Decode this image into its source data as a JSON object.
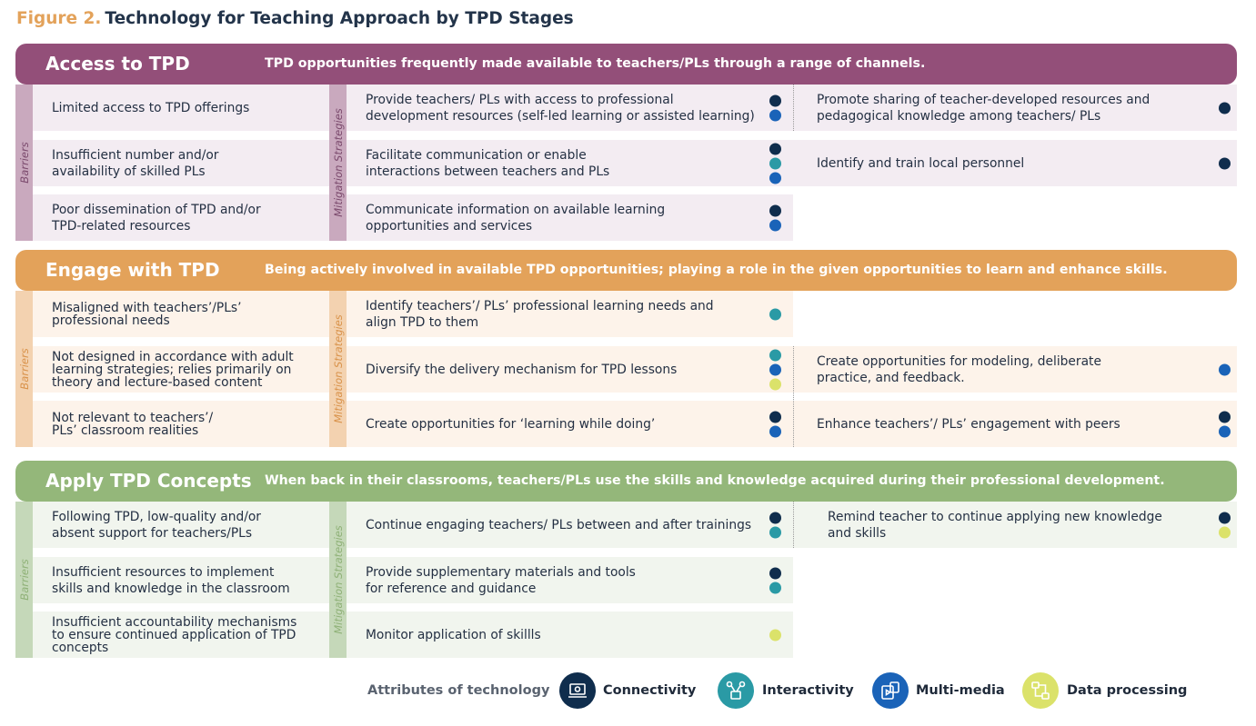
{
  "figure": {
    "number": "Figure 2.",
    "title": "Technology for Teaching Approach by TPD Stages"
  },
  "vertical_labels": {
    "barriers": "Barriers",
    "mitigation": "Mitigation Strategies"
  },
  "colors": {
    "access": "#934f79",
    "engage": "#e3a25a",
    "apply": "#94b77a",
    "connectivity": "#0f2d4d",
    "interactivity": "#2a9aa5",
    "multimedia": "#1a63b8",
    "data_processing": "#dbe26a"
  },
  "stages": [
    {
      "name": "Access  to TPD",
      "description": "TPD opportunities frequently made available to teachers/PLs through a range of channels.",
      "barriers": [
        "Limited access to TPD offerings",
        "Insufficient number and/or\navailability of skilled PLs",
        "Poor dissemination of TPD and/or\nTPD-related resources"
      ],
      "strategies": [
        {
          "text": "Provide teachers/ PLs with access to professional\ndevelopment resources (self-led learning or assisted learning)",
          "attributes": [
            "connectivity",
            "multimedia"
          ]
        },
        {
          "text": "Facilitate communication or enable\ninteractions between teachers and PLs",
          "attributes": [
            "connectivity",
            "interactivity",
            "multimedia"
          ]
        },
        {
          "text": "Communicate information on available learning\nopportunities and services",
          "attributes": [
            "connectivity",
            "multimedia"
          ]
        },
        {
          "text": "Promote sharing of teacher-developed resources and\npedagogical knowledge among teachers/ PLs",
          "attributes": [
            "connectivity"
          ]
        },
        {
          "text": "Identify and train local personnel",
          "attributes": [
            "connectivity"
          ]
        }
      ]
    },
    {
      "name": "Engage with  TPD",
      "description": "Being actively involved in available TPD opportunities; playing a role in the given opportunities to learn and enhance skills.",
      "barriers": [
        "Misaligned with teachers’/PLs’\nprofessional needs",
        "Not designed in accordance with adult\nlearning strategies; relies primarily on\ntheory and lecture-based content",
        "Not relevant to teachers’/\nPLs’ classroom realities"
      ],
      "strategies": [
        {
          "text": "Identify teachers’/ PLs’ professional learning needs and\nalign TPD to them",
          "attributes": [
            "interactivity"
          ]
        },
        {
          "text": "Diversify the delivery mechanism for TPD lessons",
          "attributes": [
            "interactivity",
            "multimedia",
            "data_processing"
          ]
        },
        {
          "text": "Create opportunities for ‘learning while doing’",
          "attributes": [
            "connectivity",
            "multimedia"
          ]
        },
        {
          "text": "Create opportunities for modeling, deliberate\npractice, and feedback.",
          "attributes": [
            "multimedia"
          ]
        },
        {
          "text": "Enhance teachers’/ PLs’ engagement with peers",
          "attributes": [
            "connectivity",
            "multimedia"
          ]
        }
      ]
    },
    {
      "name": "Apply TPD Concepts",
      "description": "When back in their classrooms, teachers/PLs use the skills and knowledge acquired during their professional development.",
      "barriers": [
        "Following TPD, low-quality and/or\nabsent support for teachers/PLs",
        "Insufficient resources to implement\nskills and knowledge in the classroom",
        "Insufficient accountability mechanisms\nto ensure continued application of TPD\nconcepts"
      ],
      "strategies": [
        {
          "text": "Continue engaging teachers/ PLs between and after trainings",
          "attributes": [
            "connectivity",
            "interactivity"
          ]
        },
        {
          "text": "Provide supplementary materials and tools\nfor reference and guidance",
          "attributes": [
            "connectivity",
            "interactivity"
          ]
        },
        {
          "text": "Monitor application of skillls",
          "attributes": [
            "data_processing"
          ]
        },
        {
          "text": "Remind teacher to continue applying new knowledge\nand skills",
          "attributes": [
            "connectivity",
            "data_processing"
          ]
        }
      ]
    }
  ],
  "legend": {
    "title": "Attributes of technology",
    "items": [
      {
        "key": "connectivity",
        "label": "Connectivity",
        "icon": "laptop-icon"
      },
      {
        "key": "interactivity",
        "label": "Interactivity",
        "icon": "network-icon"
      },
      {
        "key": "multimedia",
        "label": "Multi-media",
        "icon": "media-devices-icon"
      },
      {
        "key": "data_processing",
        "label": "Data processing",
        "icon": "data-flow-icon"
      }
    ]
  }
}
